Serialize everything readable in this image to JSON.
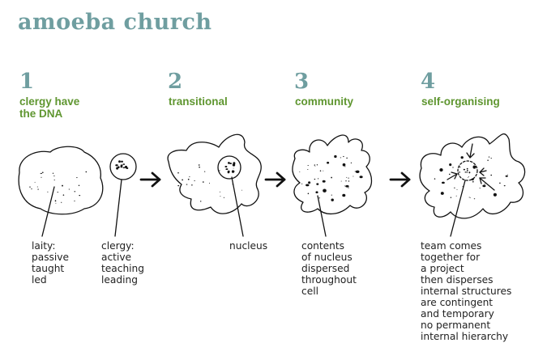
{
  "title": "amoeba church",
  "stages": [
    {
      "number": "1",
      "heading": [
        "clergy have",
        "the DNA"
      ]
    },
    {
      "number": "2",
      "heading": [
        "transitional"
      ]
    },
    {
      "number": "3",
      "heading": [
        "community"
      ]
    },
    {
      "number": "4",
      "heading": [
        "self-organising"
      ]
    }
  ],
  "captions": {
    "laity": [
      "laity:",
      "passive",
      "taught",
      "led"
    ],
    "clergy": [
      "clergy:",
      "active",
      "teaching",
      "leading"
    ],
    "nucleus": [
      "nucleus"
    ],
    "contents": [
      "contents",
      "of nucleus",
      "dispersed",
      "throughout",
      "cell"
    ],
    "team": [
      "team comes",
      "together for",
      "a project",
      "then disperses",
      "internal structures",
      "are contingent",
      "and temporary",
      "no permanent",
      "internal hierarchy"
    ]
  },
  "colors": {
    "title": "#6f9ea0",
    "heading": "#5f9630",
    "ink": "#111111"
  },
  "icons": [
    "arrow-right-icon",
    "amoeba-cell",
    "nucleus-circle"
  ]
}
